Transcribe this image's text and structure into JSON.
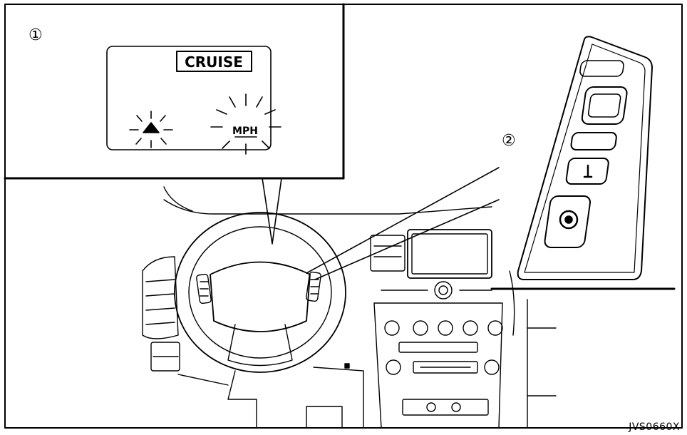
{
  "callouts": [
    {
      "number": "①"
    },
    {
      "number": "②"
    }
  ],
  "display": {
    "cruise_label": "CRUISE",
    "unit_label": "MPH"
  },
  "figure_code": "JVS0660X"
}
